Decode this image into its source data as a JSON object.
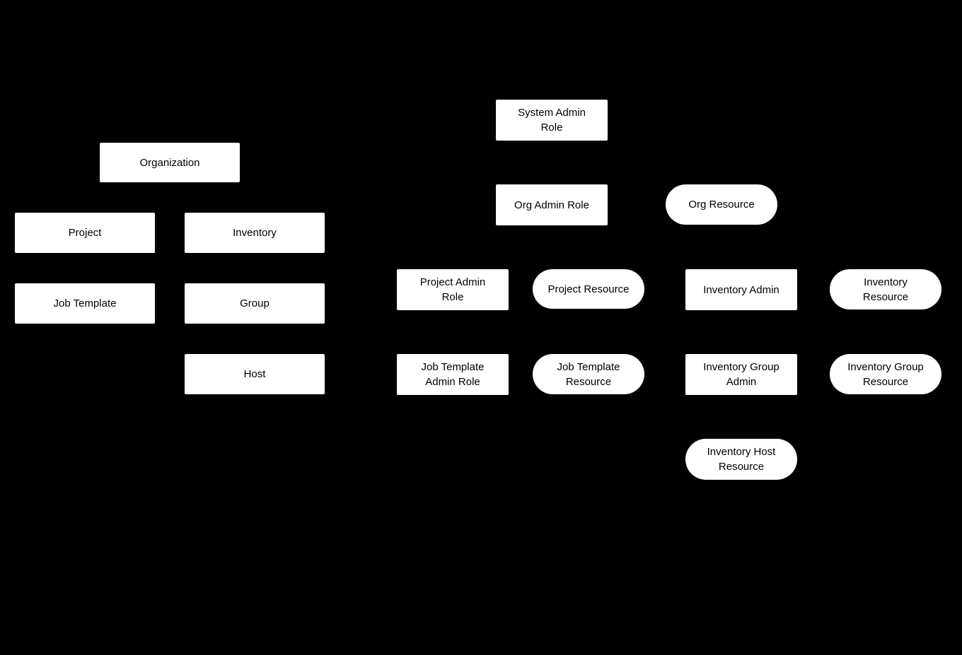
{
  "diagram": {
    "background_color": "#000000",
    "node_fill_color": "#ffffff",
    "node_text_color": "#000000",
    "nodes": [
      {
        "label": "Organization",
        "shape": "rect"
      },
      {
        "label": "Project",
        "shape": "rect"
      },
      {
        "label": "Inventory",
        "shape": "rect"
      },
      {
        "label": "Job Template",
        "shape": "rect"
      },
      {
        "label": "Group",
        "shape": "rect"
      },
      {
        "label": "Host",
        "shape": "rect"
      },
      {
        "label": "System Admin\nRole",
        "shape": "rect"
      },
      {
        "label": "Org Admin Role",
        "shape": "rect"
      },
      {
        "label": "Org Resource",
        "shape": "pill"
      },
      {
        "label": "Project Admin\nRole",
        "shape": "rect"
      },
      {
        "label": "Project Resource",
        "shape": "pill"
      },
      {
        "label": "Inventory Admin",
        "shape": "rect"
      },
      {
        "label": "Inventory\nResource",
        "shape": "pill"
      },
      {
        "label": "Job Template\nAdmin Role",
        "shape": "rect"
      },
      {
        "label": "Job Template\nResource",
        "shape": "pill"
      },
      {
        "label": "Inventory Group\nAdmin",
        "shape": "rect"
      },
      {
        "label": "Inventory Group\nResource",
        "shape": "pill"
      },
      {
        "label": "Inventory Host\nResource",
        "shape": "pill"
      }
    ]
  }
}
